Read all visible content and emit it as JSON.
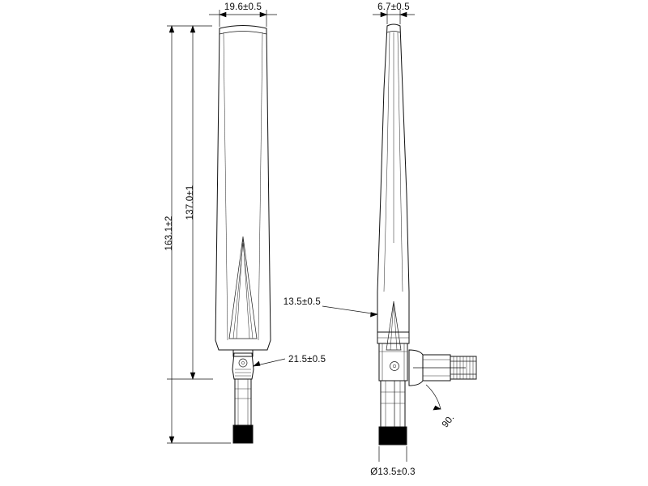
{
  "drawing": {
    "title": "antenna-mechanical-dimension-drawing",
    "background_color": "#ffffff",
    "line_color": "#111111",
    "text_color": "#0b0b0b",
    "views": [
      {
        "name": "front-view",
        "label": ""
      },
      {
        "name": "side-view",
        "label": ""
      }
    ],
    "dimensions": {
      "front_width_top": "19.6±0.5",
      "front_length_body": "137.0±1",
      "front_length_overall": "163.1±2",
      "front_width_base": "21.5±0.5",
      "side_width_top": "6.7±0.5",
      "side_width_hinge": "13.5±0.5",
      "side_angle": "90.",
      "side_thread_diameter": "Ø13.5±0.3"
    }
  }
}
